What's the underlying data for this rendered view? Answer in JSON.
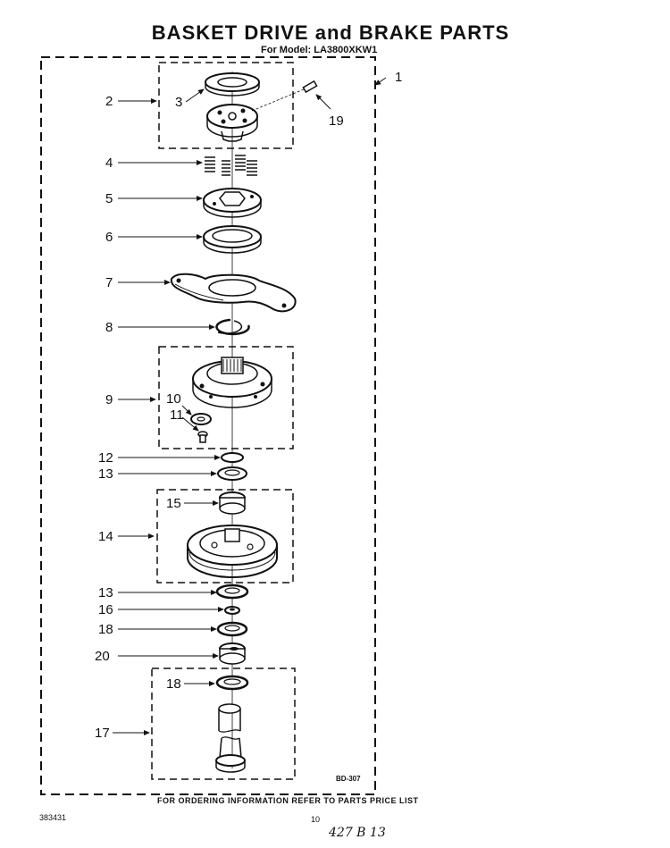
{
  "title": "BASKET DRIVE and BRAKE PARTS",
  "subtitle": "For Model: LA3800XKW1",
  "labels": {
    "l1": "1",
    "l2": "2",
    "l3": "3",
    "l4": "4",
    "l5": "5",
    "l6": "6",
    "l7": "7",
    "l8": "8",
    "l9": "9",
    "l10": "10",
    "l11": "11",
    "l12": "12",
    "l13a": "13",
    "l13b": "13",
    "l14": "14",
    "l15": "15",
    "l16": "16",
    "l17": "17",
    "l18a": "18",
    "l18b": "18",
    "l19": "19",
    "l20": "20"
  },
  "diagram_code": "BD-307",
  "footer": "FOR ORDERING INFORMATION REFER TO PARTS PRICE LIST",
  "doc_number": "383431",
  "page_number": "10",
  "handwritten_note": "427 B 13"
}
